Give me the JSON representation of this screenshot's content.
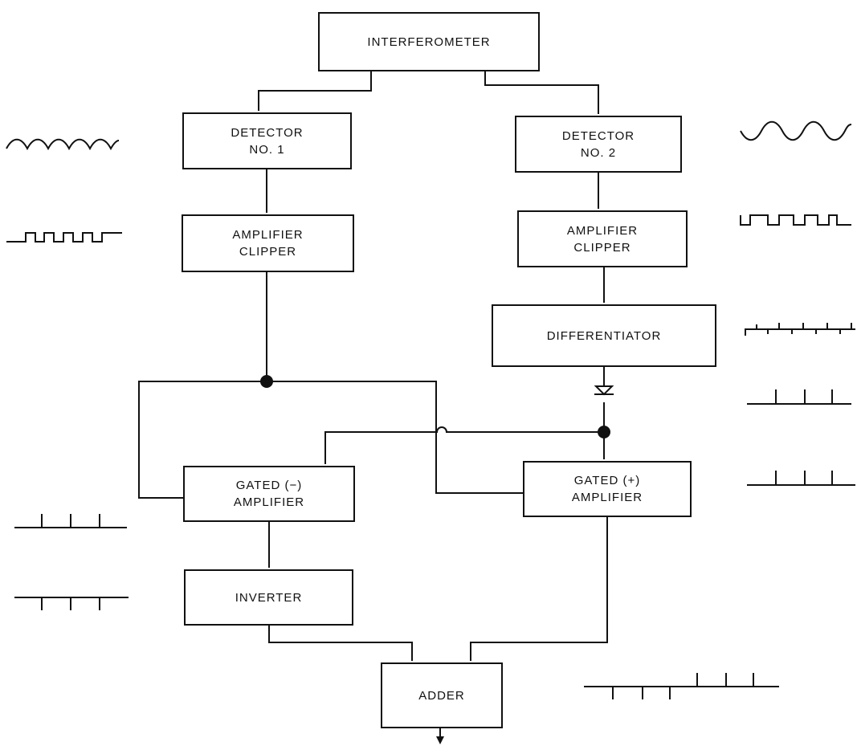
{
  "blocks": {
    "interferometer": {
      "lines": [
        "INTERFEROMETER"
      ]
    },
    "detector1": {
      "lines": [
        "DETECTOR",
        "NO. 1"
      ]
    },
    "detector2": {
      "lines": [
        "DETECTOR",
        "NO. 2"
      ]
    },
    "amp_clipper1": {
      "lines": [
        "AMPLIFIER",
        "CLIPPER"
      ]
    },
    "amp_clipper2": {
      "lines": [
        "AMPLIFIER",
        "CLIPPER"
      ]
    },
    "differentiator": {
      "lines": [
        "DIFFERENTIATOR"
      ]
    },
    "gated_neg": {
      "lines": [
        "GATED (−)",
        "AMPLIFIER"
      ]
    },
    "gated_pos": {
      "lines": [
        "GATED (+)",
        "AMPLIFIER"
      ]
    },
    "inverter": {
      "lines": [
        "INVERTER"
      ]
    },
    "adder": {
      "lines": [
        "ADDER"
      ]
    }
  },
  "waveforms": [
    "sine-wave",
    "square-wave",
    "sine-wave",
    "square-wave",
    "bipolar-spike-train",
    "positive-spike-train",
    "positive-spike-train",
    "positive-spike-train",
    "negative-spike-train",
    "combined-spike-train"
  ]
}
